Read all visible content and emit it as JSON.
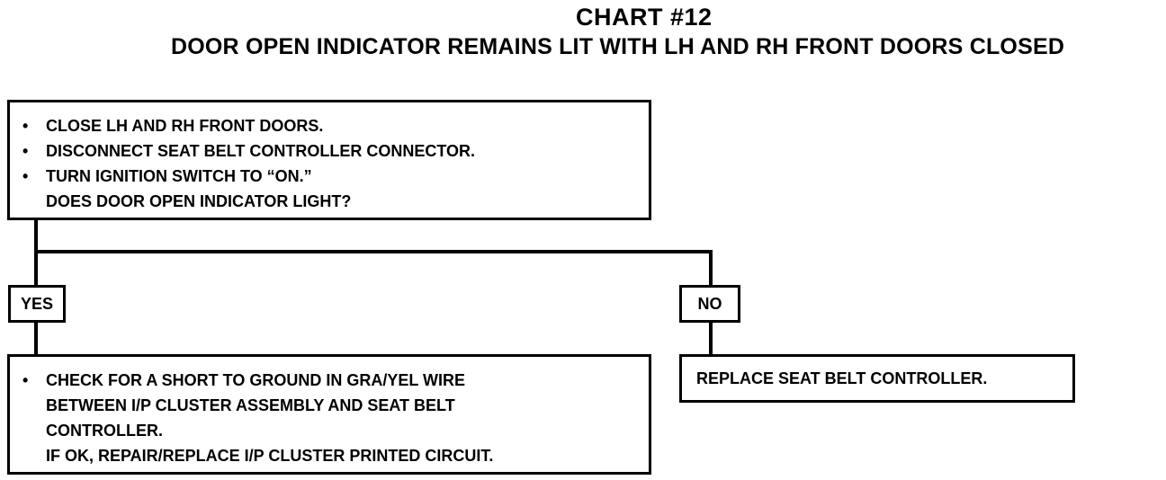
{
  "header": {
    "title": "CHART #12",
    "subtitle": "DOOR OPEN INDICATOR REMAINS LIT WITH LH AND RH FRONT DOORS CLOSED"
  },
  "step1": {
    "items": [
      "CLOSE LH AND RH FRONT DOORS.",
      "DISCONNECT SEAT BELT CONTROLLER CONNECTOR.",
      "TURN IGNITION SWITCH TO “ON.”"
    ],
    "question": "DOES DOOR OPEN INDICATOR LIGHT?"
  },
  "yes_branch": {
    "label": "YES",
    "items": [
      "CHECK FOR A SHORT TO GROUND IN GRA/YEL WIRE",
      "BETWEEN I/P CLUSTER ASSEMBLY AND SEAT BELT",
      "CONTROLLER."
    ],
    "note": "IF OK, REPAIR/REPLACE I/P CLUSTER PRINTED CIRCUIT."
  },
  "no_branch": {
    "label": "NO",
    "action": "REPLACE SEAT BELT CONTROLLER."
  }
}
